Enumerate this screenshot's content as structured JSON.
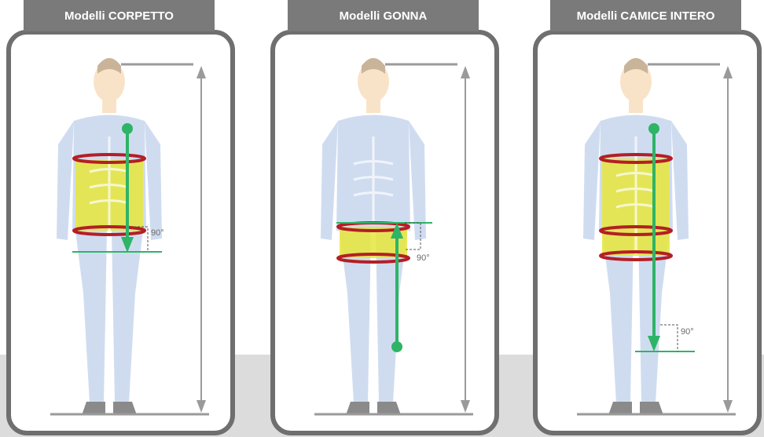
{
  "panels": [
    {
      "title": "Modelli CORPETTO",
      "angle_label": "90°"
    },
    {
      "title": "Modelli GONNA",
      "angle_label": "90°"
    },
    {
      "title": "Modelli CAMICE INTERO",
      "angle_label": "90°"
    }
  ],
  "colors": {
    "tab": "#7a7a7a",
    "frame": "#6f6f6f",
    "measure_line": "#2eb467",
    "belt": "#b31f25",
    "highlight": "#e6e63c",
    "body": "#cfdcf0",
    "skin": "#f9e3c8",
    "height_arrow": "#9a9a9a"
  }
}
